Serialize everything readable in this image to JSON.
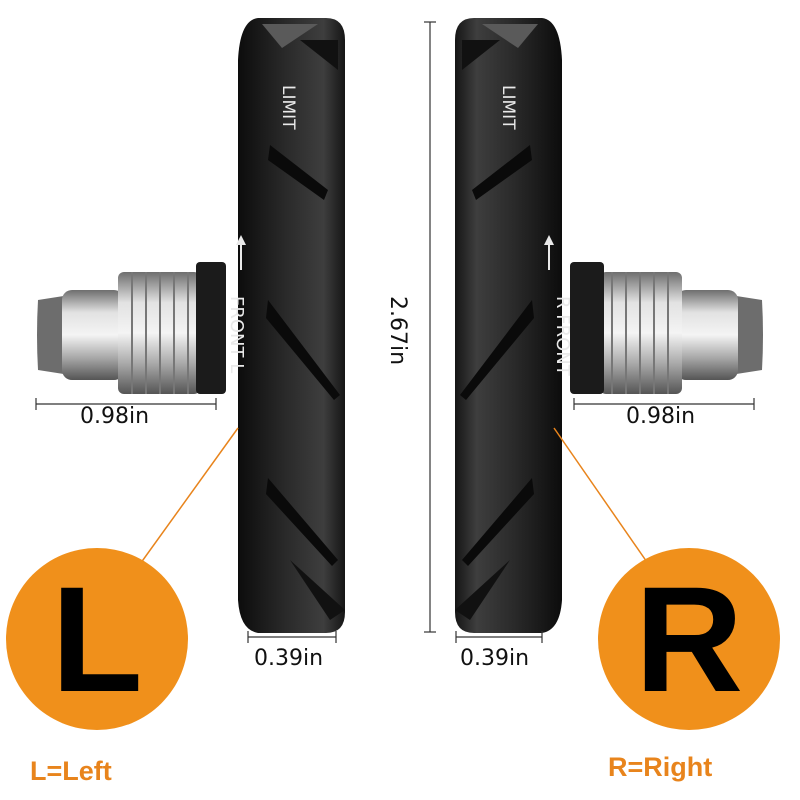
{
  "dimensions": {
    "left_width": "0.98in",
    "right_width": "0.98in",
    "height": "2.67in",
    "left_thickness": "0.39in",
    "right_thickness": "0.39in"
  },
  "left_pad": {
    "limit_text": "LIMIT",
    "direction_text": "FRONT L",
    "badge_letter": "L",
    "caption": "L=Left"
  },
  "right_pad": {
    "limit_text": "LIMIT",
    "direction_text": "R FRONT",
    "badge_letter": "R",
    "caption": "R=Right"
  },
  "colors": {
    "badge_orange": "#f0901b",
    "caption_orange": "#e8841c",
    "leader_line": "#e8841c",
    "pad_black": "#1a1a1a",
    "post_silver": "#b8b8b8"
  }
}
